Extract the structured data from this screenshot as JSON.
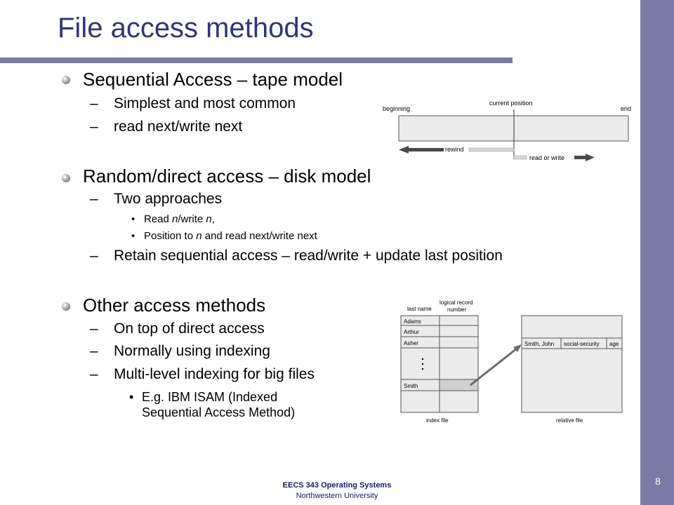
{
  "slide": {
    "title": "File access methods",
    "sections": [
      {
        "heading": "Sequential Access – tape model",
        "items": [
          "Simplest and most common",
          "read next/write next"
        ]
      },
      {
        "heading": "Random/direct access – disk model",
        "items": [
          "Two approaches"
        ],
        "subitems": [
          {
            "pre": "Read ",
            "em1": "n",
            "mid": "/write ",
            "em2": "n",
            "post": ","
          },
          {
            "pre": "Position to ",
            "em1": "n",
            "mid": " and read next/write next",
            "em2": "",
            "post": ""
          }
        ],
        "item_after": "Retain sequential access – read/write + update last position"
      },
      {
        "heading": "Other access methods",
        "items": [
          "On top of direct access",
          "Normally using indexing",
          "Multi-level indexing for big files"
        ],
        "subitem": "E.g. IBM ISAM (Indexed\nSequential Access Method)",
        "subitem_line1": "E.g. IBM ISAM (Indexed",
        "subitem_line2": "Sequential Access Method)"
      }
    ],
    "dash": "–",
    "footer_course": "EECS 343 Operating Systems",
    "footer_school": "Northwestern University",
    "page_number": "8"
  },
  "tape_diagram": {
    "beginning": "beginning",
    "current_position": "current position",
    "end": "end",
    "rewind": "rewind",
    "read_or_write": "read or write"
  },
  "index_diagram": {
    "col_last_name": "last name",
    "col_logical_record_line1": "logical record",
    "col_logical_record_line2": "number",
    "names": [
      "Adams",
      "Arthur",
      "Asher",
      "Smith"
    ],
    "relative_fields": [
      "Smith, John",
      "social-security",
      "age"
    ],
    "index_file": "index file",
    "relative_file": "relative file"
  },
  "colors": {
    "sidebar": "#7b7ba8",
    "title": "#33337a",
    "diagram_fill": "#ebebeb"
  }
}
